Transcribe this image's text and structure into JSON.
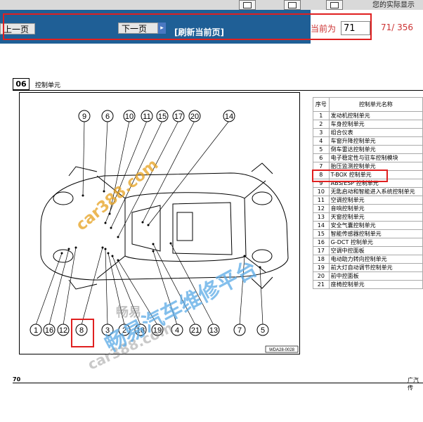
{
  "viewer": {
    "prev_label": "上一页",
    "next_label": "下一页",
    "next_arrow": "▸",
    "refresh_label": "[刷新当前页]",
    "current_label": "当前为",
    "current_page": "71",
    "page_count": "71/ 356",
    "top_cut_text": "您的实际显示"
  },
  "doc": {
    "section_number": "06",
    "section_title": "控制单元",
    "page_number": "70",
    "page_right": "广汽传",
    "figure_code": "WDA28-0028",
    "callouts_top": [
      "9",
      "6",
      "10",
      "11",
      "15",
      "17",
      "20",
      "14"
    ],
    "callouts_bottom": [
      "1",
      "16",
      "12",
      "8",
      "3",
      "2",
      "18",
      "19",
      "4",
      "21",
      "13",
      "7",
      "5"
    ]
  },
  "table": {
    "header_num": "序号",
    "header_name": "控制单元名称",
    "rows": [
      {
        "n": "1",
        "t": "发动机控制单元"
      },
      {
        "n": "2",
        "t": "车身控制单元"
      },
      {
        "n": "3",
        "t": "组合仪表"
      },
      {
        "n": "4",
        "t": "车窗升降控制单元"
      },
      {
        "n": "5",
        "t": "倒车雷达控制单元"
      },
      {
        "n": "6",
        "t": "电子稳定性与驻车控制模块"
      },
      {
        "n": "7",
        "t": "胎压监测控制单元"
      },
      {
        "n": "8",
        "t": "T-BOX 控制单元"
      },
      {
        "n": "9",
        "t": "ABS/ESP 控制单元"
      },
      {
        "n": "10",
        "t": "无匙启动和智能进入系统控制单元"
      },
      {
        "n": "11",
        "t": "空调控制单元"
      },
      {
        "n": "12",
        "t": "音响控制单元"
      },
      {
        "n": "13",
        "t": "天窗控制单元"
      },
      {
        "n": "14",
        "t": "安全气囊控制单元"
      },
      {
        "n": "15",
        "t": "智能传感器控制单元"
      },
      {
        "n": "16",
        "t": "G-DCT 控制单元"
      },
      {
        "n": "17",
        "t": "空调中控面板"
      },
      {
        "n": "18",
        "t": "电动助力转向控制单元"
      },
      {
        "n": "19",
        "t": "前大灯自动调节控制单元"
      },
      {
        "n": "20",
        "t": "前中控面板"
      },
      {
        "n": "21",
        "t": "座椅控制单元"
      }
    ]
  },
  "watermarks": {
    "w1": "car388.com",
    "w2": "畅易",
    "w3": "car388.com",
    "w4": "畅易汽车维修平台"
  },
  "colors": {
    "toolbar_blue": "#1f5f96",
    "highlight_red": "#e02020",
    "page_text_red": "#cc3333",
    "watermark_blue": "#5aa9e6"
  }
}
